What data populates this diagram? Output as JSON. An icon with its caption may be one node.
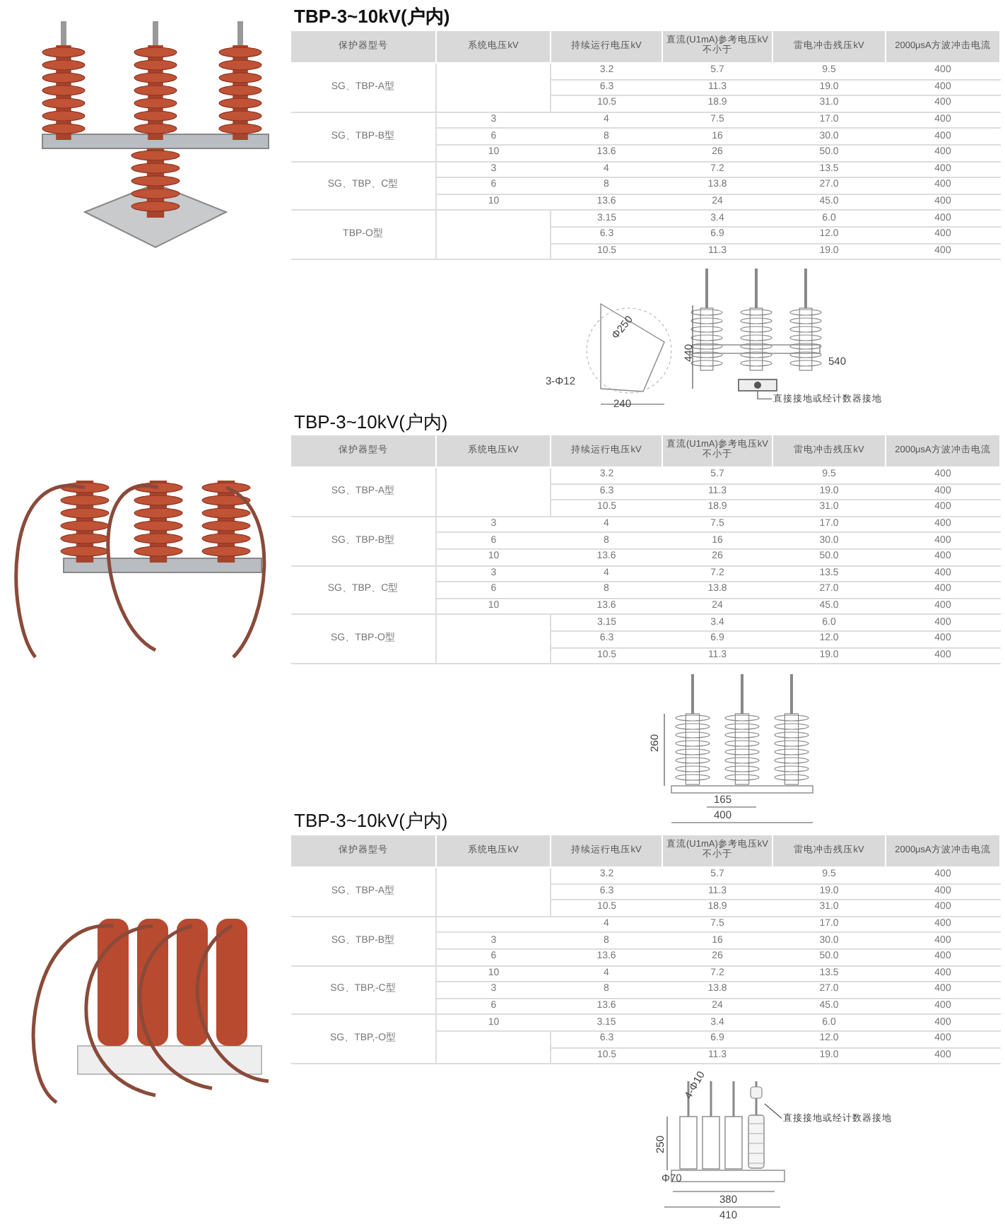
{
  "diagram": {
    "nodes": [
      {
        "text": [
          "直接接地或经计数器接地"
        ]
      },
      {
        "text": [],
        "shape": "picture"
      },
      {
        "text": [
          "直接接地或经计数器接地"
        ]
      },
      {
        "text": [],
        "shape": "picture"
      }
    ],
    "edges": [
      {
        "from": 0,
        "to": 1,
        "arrow": "none"
      },
      {
        "from": 2,
        "to": 3,
        "arrow": "none"
      }
    ],
    "labels": [
      "TBP-3~10kV(户内)",
      "保护器型号",
      "系统电压kV",
      "持续运行电压kV",
      "直流(U1mA)参考电压kV不小于",
      "雷电冲击残压kV",
      "2000μsA方波冲击电流",
      "SG、TBP-A型",
      "3.2",
      "5.7",
      "9.5",
      "400",
      "6.3",
      "11.3",
      "19.0",
      "400",
      "10.5",
      "18.9",
      "31.0",
      "400",
      "SG、TBP-B型",
      "3",
      "4",
      "7.5",
      "17.0",
      "400",
      "6",
      "8",
      "16",
      "30.0",
      "400",
      "10",
      "13.6",
      "26",
      "50.0",
      "400",
      "SG、TBP、C型",
      "3",
      "4",
      "7.2",
      "13.5",
      "400",
      "6",
      "8",
      "13.8",
      "27.0",
      "400",
      "10",
      "13.6",
      "24",
      "45.0",
      "400",
      "TBP-O型",
      "3.15",
      "3.4",
      "6.0",
      "400",
      "6.3",
      "6.9",
      "12.0",
      "400",
      "10.5",
      "11.3",
      "19.0",
      "400",
      "3-Φ12",
      "Φ250",
      "240",
      "440",
      "540",
      "TBP-3~10kV(户内)",
      "保护器型号",
      "系统电压kV",
      "持续运行电压kV",
      "直流(U1mA)参考电压kV不小于",
      "雷电冲击残压kV",
      "2000μsA方波冲击电流",
      "SG、TBP-A型",
      "3.2",
      "5.7",
      "9.5",
      "400",
      "6.3",
      "11.3",
      "19.0",
      "400",
      "10.5",
      "18.9",
      "31.0",
      "400",
      "SG、TBP-B型",
      "3",
      "4",
      "7.5",
      "17.0",
      "400",
      "6",
      "8",
      "16",
      "30.0",
      "400",
      "10",
      "13.6",
      "26",
      "50.0",
      "400",
      "SG、TBP、C型",
      "3",
      "4",
      "7.2",
      "13.5",
      "400",
      "6",
      "8",
      "13.8",
      "27.0",
      "400",
      "10",
      "13.6",
      "24",
      "45.0",
      "400",
      "SG、TBP-O型",
      "3.15",
      "3.4",
      "6.0",
      "400",
      "6.3",
      "6.9",
      "12.0",
      "400",
      "10.5",
      "11.3",
      "19.0",
      "400",
      "260",
      "165",
      "400",
      "TBP-3~10kV(户内)",
      "保护器型号",
      "系统电压kV",
      "持续运行电压kV",
      "直流(U1mA)参考电压kV不小于",
      "雷电冲击残压kV",
      "2000μsA方波冲击电流",
      "SG、TBP-A型",
      "3.2",
      "5.7",
      "9.5",
      "400",
      "6.3",
      "11.3",
      "19.0",
      "400",
      "10.5",
      "18.9",
      "31.0",
      "400",
      "SG、TBP-B型",
      "4",
      "7.5",
      "17.0",
      "400",
      "3",
      "8",
      "16",
      "30.0",
      "400",
      "6",
      "13.6",
      "26",
      "50.0",
      "400",
      "SG、TBP,-C型",
      "10",
      "4",
      "7.2",
      "13.5",
      "400",
      "3",
      "8",
      "13.8",
      "27.0",
      "400",
      "6",
      "13.6",
      "24",
      "45.0",
      "400",
      "SG、TBP,-O型",
      "10",
      "3.15",
      "3.4",
      "6.0",
      "400",
      "6.3",
      "6.9",
      "12.0",
      "400",
      "10.5",
      "11.3",
      "19.0",
      "400",
      "4-Φ10",
      "250",
      "Φ70",
      "380",
      "410"
    ]
  }
}
